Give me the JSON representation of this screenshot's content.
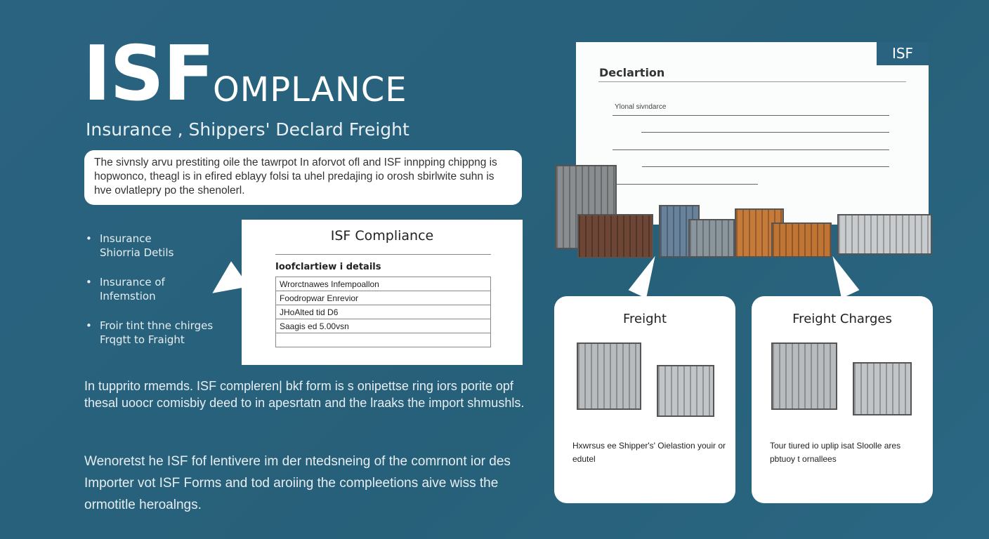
{
  "header": {
    "title_big": "ISF",
    "title_rest": "OMPLANCE",
    "subtitle": "Insurance , Shippers' Declard Freight"
  },
  "intro": "The sivnsly arvu prestiting oile the tawrpot In aforvot ofl and ISF innpping chippng is hopwonco, theagl is in efired eblayy folsi ta uhel predajing io orosh sbirlwite suhn is hve ovlatlepry po the shenolerl.",
  "bullets": [
    {
      "line1": "Insurance",
      "line2": "Shiorria Detils"
    },
    {
      "line1": "Insurance of",
      "line2": "Infemstion"
    },
    {
      "line1": "Froir tint thne chirges",
      "line2": "Frqgtt to Fraight"
    }
  ],
  "card": {
    "title": "ISF Compliance",
    "subtitle": "Ioofclartiew i details",
    "rows": [
      "Wrorctnawes Infempoallon",
      "Foodropwar Enrevior",
      "JHoAlted tid D6",
      "Saagis ed 5.00vsn",
      ""
    ]
  },
  "para1": "In tupprito rmemds. ISF compleren| bkf form is s onipettse ring iors porite opf thesal uoocr comisbiy deed to in apesrtatn and the lraaks the import shmushls.",
  "para2": "Wenoretst he ISF fof lentivere im der ntedsneing of the comrnont ior des Importer vot ISF Forms and tod aroiing the compleetions aive wiss the ormotitle heroalngs.",
  "document": {
    "tag": "ISF",
    "title": "Declartion",
    "field_label": "Ylonal sivndarce"
  },
  "freight_cards": [
    {
      "title": "Freight",
      "text": "Hxwrsus ee Shipper's' Oielastion youir or edutel"
    },
    {
      "title": "Freight Charges",
      "text": "Tour tiured io uplip isat Sloolle ares pbtuoy t ornallees"
    }
  ]
}
